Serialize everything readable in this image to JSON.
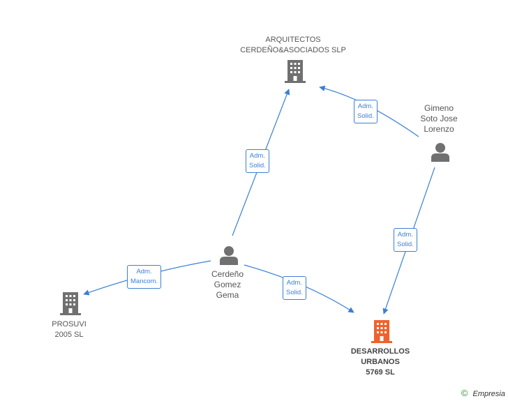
{
  "nodes": {
    "arquitectos": {
      "label_line1": "ARQUITECTOS",
      "label_line2": "CERDEÑO&ASOCIADOS SLP"
    },
    "gimeno": {
      "label_line1": "Gimeno",
      "label_line2": "Soto Jose",
      "label_line3": "Lorenzo"
    },
    "cerdeno": {
      "label_line1": "Cerdeño",
      "label_line2": "Gomez",
      "label_line3": "Gema"
    },
    "prosuvi": {
      "label_line1": "PROSUVI",
      "label_line2": "2005 SL"
    },
    "desarrollos": {
      "label_line1": "DESARROLLOS",
      "label_line2": "URBANOS",
      "label_line3": "5769 SL"
    }
  },
  "edges": {
    "cerdeno_arquitectos": {
      "line1": "Adm.",
      "line2": "Solid."
    },
    "gimeno_arquitectos": {
      "line1": "Adm.",
      "line2": "Solid."
    },
    "gimeno_desarrollos": {
      "line1": "Adm.",
      "line2": "Solid."
    },
    "cerdeno_prosuvi": {
      "line1": "Adm.",
      "line2": "Mancom."
    },
    "cerdeno_desarrollos": {
      "line1": "Adm.",
      "line2": "Solid."
    }
  },
  "footer": {
    "copyright": "©",
    "brand": "Empresia"
  },
  "colors": {
    "edge": "#3a7fd6",
    "company": "#707070",
    "target_company": "#f0622d",
    "person": "#707070"
  }
}
